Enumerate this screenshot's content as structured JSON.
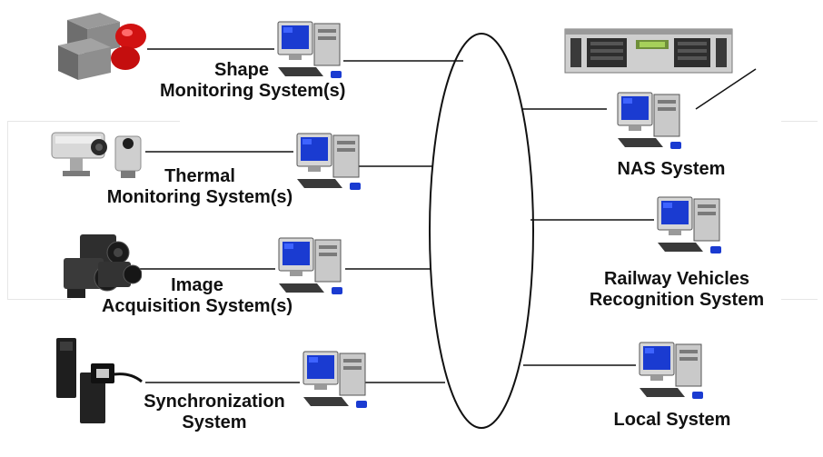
{
  "labels": {
    "shape": [
      "Shape",
      "Monitoring System(s)"
    ],
    "thermal": [
      "Thermal",
      "Monitoring System(s)"
    ],
    "image": [
      "Image",
      "Acquisition System(s)"
    ],
    "sync": [
      "Synchronization",
      "System"
    ],
    "nas": [
      "NAS System"
    ],
    "railway": [
      "Railway Vehicles",
      "Recognition System"
    ],
    "local": [
      "Local System"
    ]
  },
  "icons": {
    "pc": "desktop-computer-icon",
    "shape_device": "shape-sensor-boxes-icon",
    "thermal_device": "thermal-camera-icon",
    "image_device": "industrial-camera-icon",
    "sync_device": "light-barrier-sensor-icon",
    "nas_device": "rack-storage-server-icon"
  },
  "colors": {
    "screen": "#1a3bd1",
    "case": "#c9c9c9",
    "line": "#111111",
    "accent_red": "#d11212"
  }
}
